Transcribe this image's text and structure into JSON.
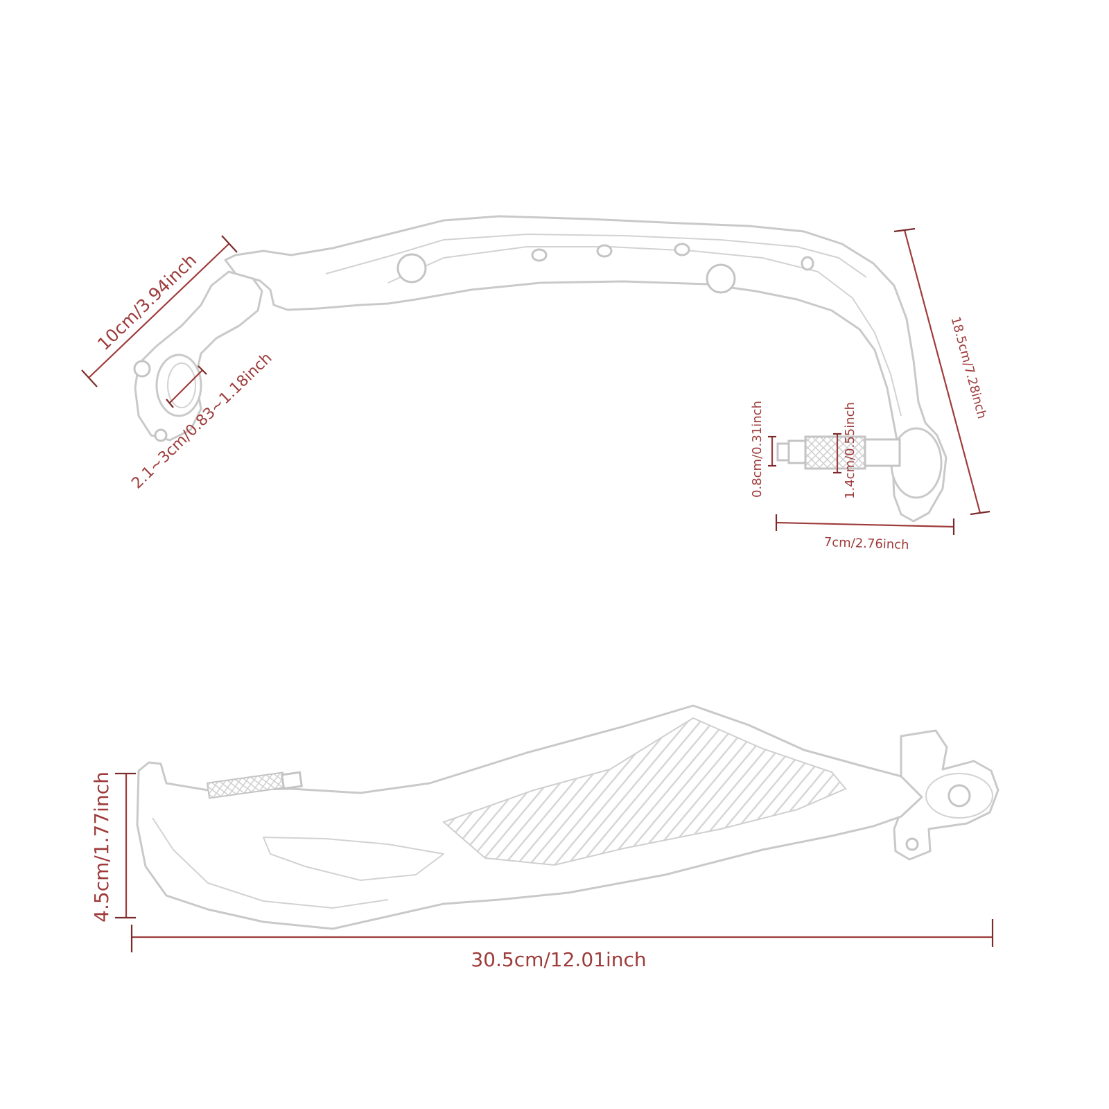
{
  "dimensions": {
    "upper_clamp_length": "10cm/3.94inch",
    "clamp_diameter": "2.1~3cm/0.83~1.18inch",
    "guard_height": "18.5cm/7.28inch",
    "bolt_diameter_small": "0.8cm/0.31inch",
    "bolt_diameter_large": "1.4cm/0.55inch",
    "bolt_length": "7cm/2.76inch",
    "guard_width": "4.5cm/1.77inch",
    "guard_length": "30.5cm/12.01inch"
  },
  "colors": {
    "dimension_red": "#9e3b3b",
    "part_outline_gray": "#c9c9c9"
  }
}
